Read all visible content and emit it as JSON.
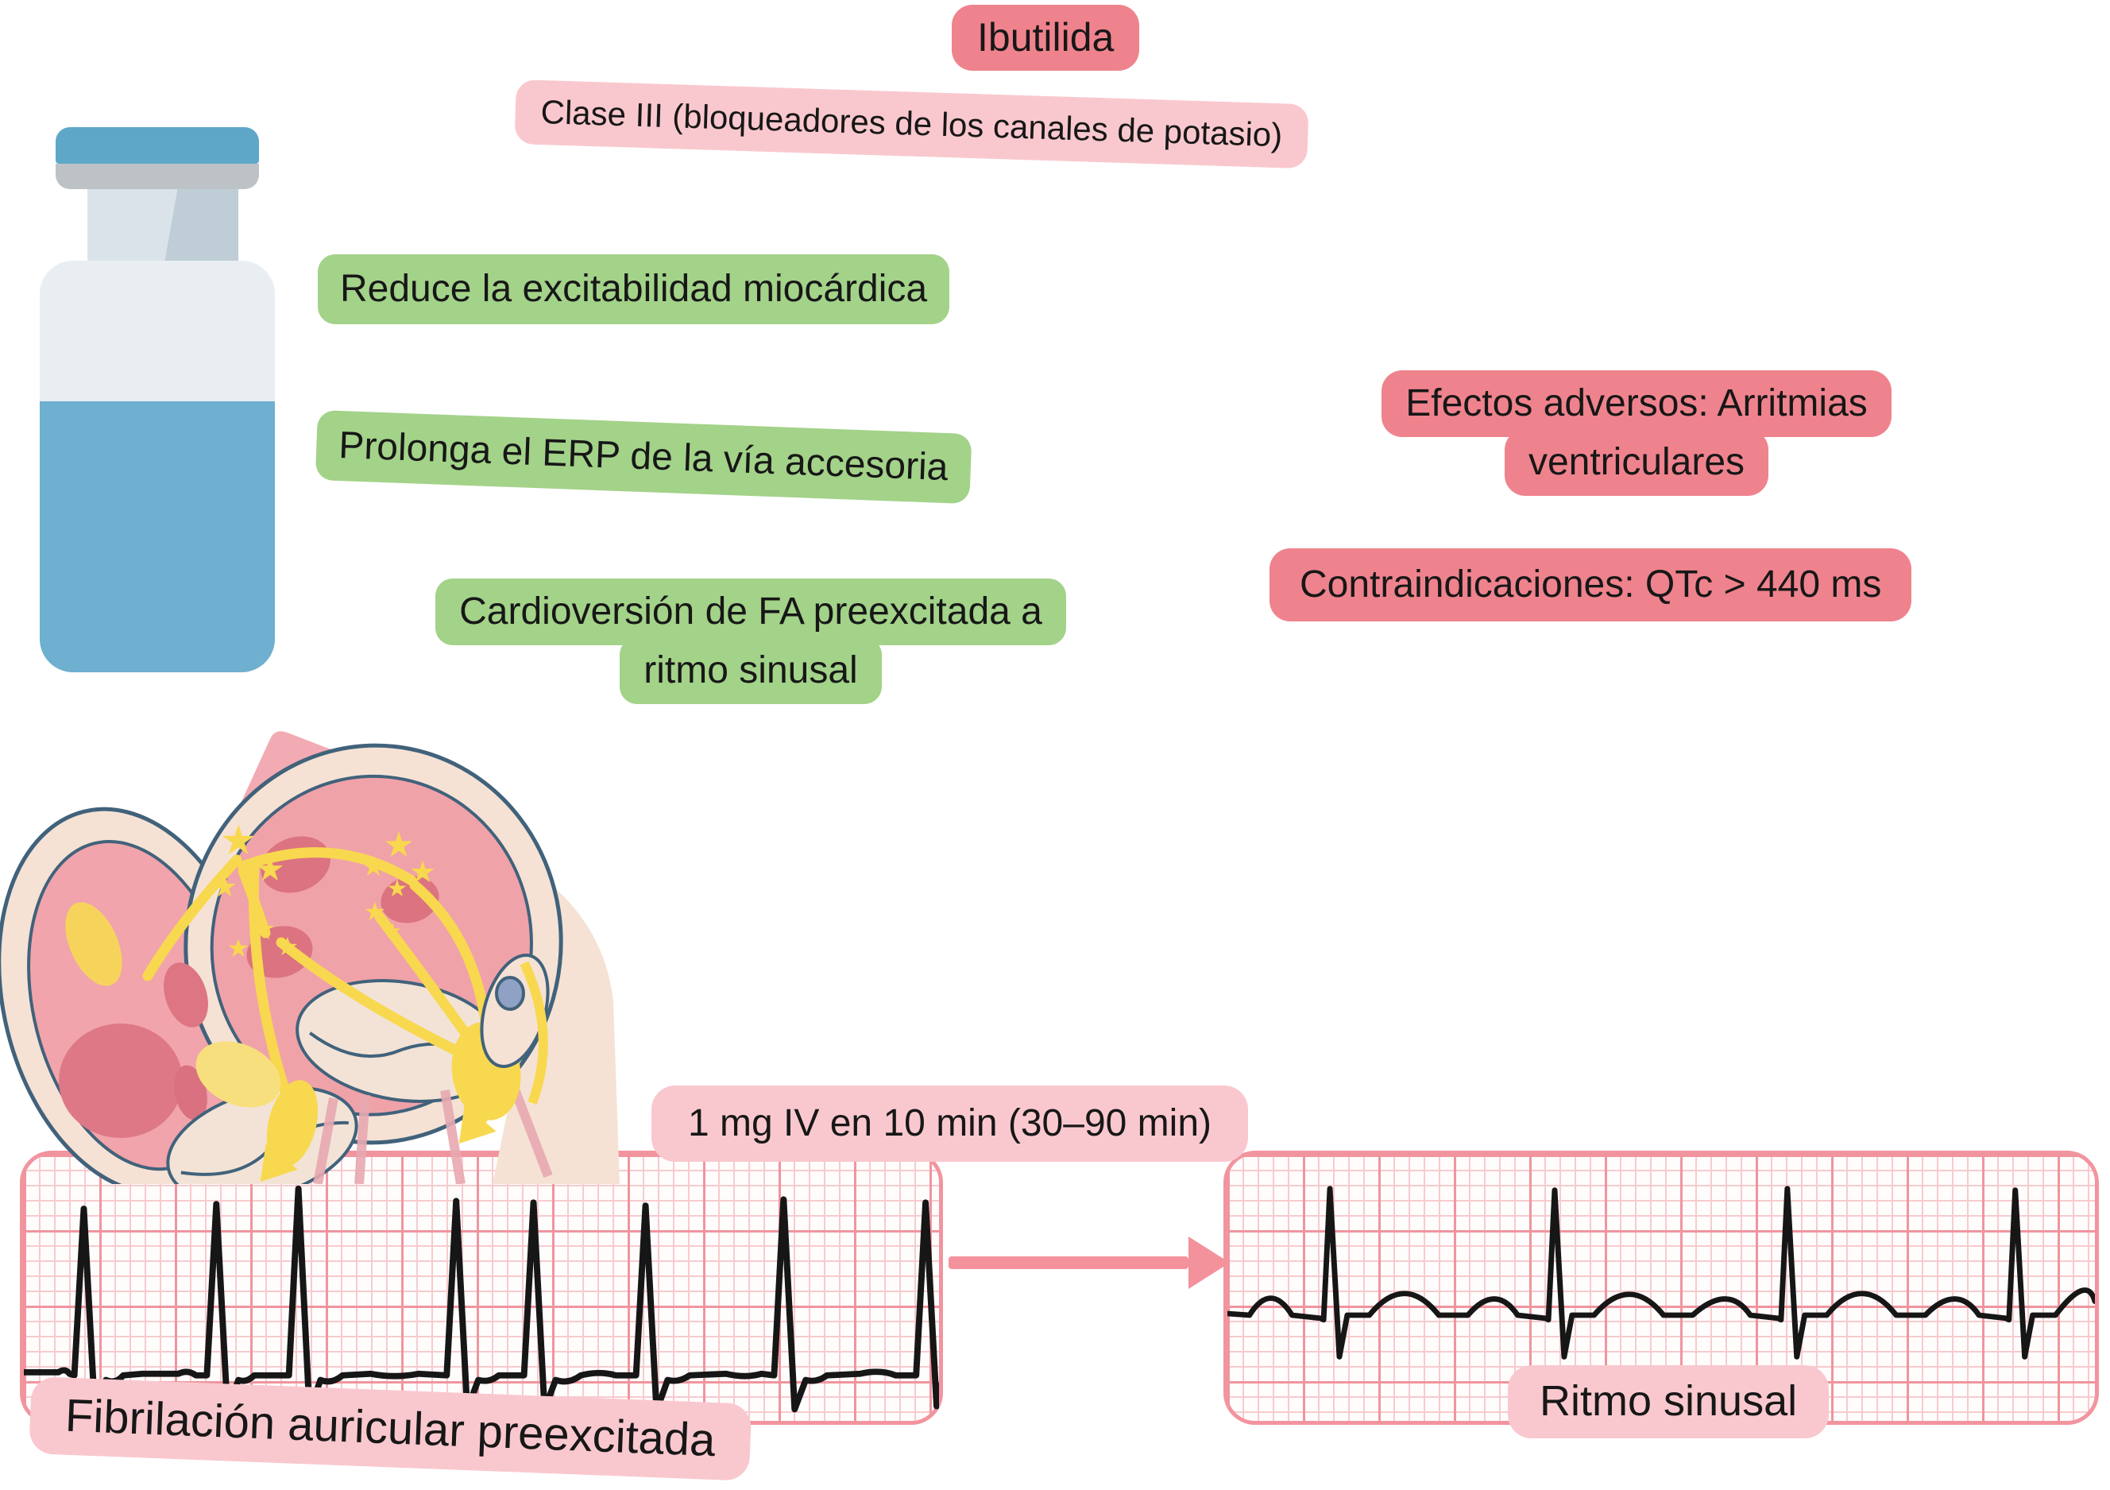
{
  "header": {
    "title": "Ibutilida",
    "drug_class": "Clase III (bloqueadores de los canales de potasio)"
  },
  "mechanism_badges": [
    {
      "lines": [
        "Reduce la excitabilidad miocárdica"
      ]
    },
    {
      "lines": [
        "Prolonga el ERP de la vía accesoria"
      ]
    },
    {
      "lines": [
        "Cardioversión de FA preexcitada a",
        "ritmo sinusal"
      ]
    }
  ],
  "warnings": {
    "adverse": {
      "lines": [
        "Efectos adversos: Arritmias",
        "ventriculares"
      ]
    },
    "contraindication": "Contraindicaciones: QTc > 440 ms"
  },
  "conversion": {
    "dose": "1 mg IV en 10 min (30–90 min)",
    "before": "Fibrilación auricular preexcitada",
    "after": "Ritmo sinusal"
  },
  "icons": {
    "star": "★"
  },
  "colors": {
    "salmon_badge": "#EF838D",
    "light_pink_badge": "#F9C8CE",
    "green_badge": "#A3D289",
    "arrow_pink": "#F4929C",
    "ecg_grid_major": "#F0959E",
    "ecg_grid_minor": "#F7CBCE",
    "ecg_trace": "#161616",
    "vial_cap_blue": "#5FA7C9",
    "vial_liquid_blue": "#6FAFCF",
    "heart_yellow": "#F8D84F"
  }
}
